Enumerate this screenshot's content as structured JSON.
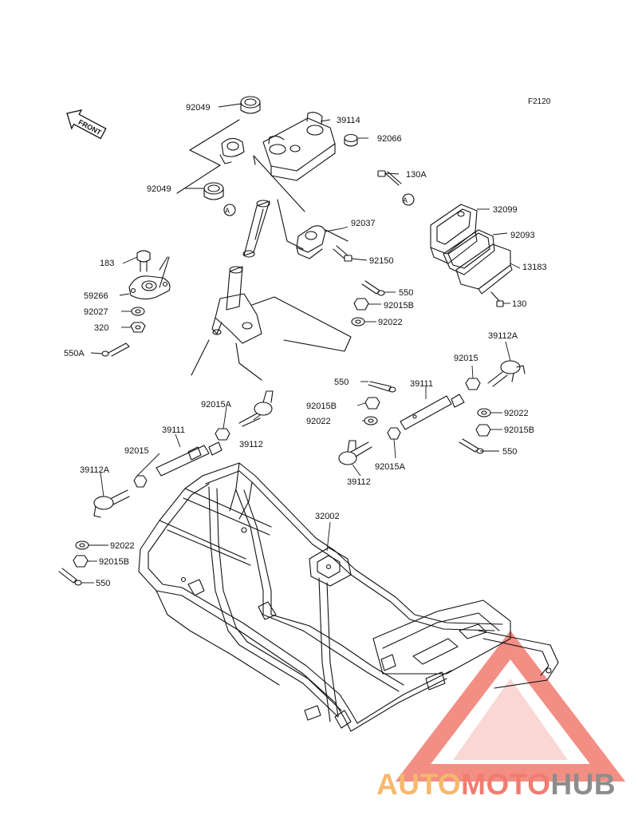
{
  "figure_code": "F2120",
  "front_label": "FRONT",
  "ref_marker": "A",
  "watermark": {
    "part1": "AUTO",
    "part2": "MOTO",
    "part3": "HUB",
    "colors": [
      "#f6b86d",
      "#f27b6f",
      "#8d8d8d"
    ]
  },
  "callouts": [
    {
      "id": "c01",
      "text": "92049"
    },
    {
      "id": "c02",
      "text": "39114"
    },
    {
      "id": "c03",
      "text": "92066"
    },
    {
      "id": "c04",
      "text": "130A"
    },
    {
      "id": "c05",
      "text": "92049"
    },
    {
      "id": "c06",
      "text": "32099"
    },
    {
      "id": "c07",
      "text": "92037"
    },
    {
      "id": "c08",
      "text": "92093"
    },
    {
      "id": "c09",
      "text": "183"
    },
    {
      "id": "c10",
      "text": "92150"
    },
    {
      "id": "c11",
      "text": "13183"
    },
    {
      "id": "c12",
      "text": "59266"
    },
    {
      "id": "c13",
      "text": "550"
    },
    {
      "id": "c14",
      "text": "92027"
    },
    {
      "id": "c15",
      "text": "92015B"
    },
    {
      "id": "c16",
      "text": "130"
    },
    {
      "id": "c17",
      "text": "320"
    },
    {
      "id": "c18",
      "text": "92022"
    },
    {
      "id": "c19",
      "text": "39112A"
    },
    {
      "id": "c20",
      "text": "550A"
    },
    {
      "id": "c21",
      "text": "92015"
    },
    {
      "id": "c22",
      "text": "550"
    },
    {
      "id": "c23",
      "text": "39111"
    },
    {
      "id": "c24",
      "text": "92015B"
    },
    {
      "id": "c25",
      "text": "92015A"
    },
    {
      "id": "c26",
      "text": "92022"
    },
    {
      "id": "c27",
      "text": "92022"
    },
    {
      "id": "c28",
      "text": "92015B"
    },
    {
      "id": "c29",
      "text": "39111"
    },
    {
      "id": "c30",
      "text": "39112"
    },
    {
      "id": "c31",
      "text": "92015"
    },
    {
      "id": "c32",
      "text": "550"
    },
    {
      "id": "c33",
      "text": "92015A"
    },
    {
      "id": "c34",
      "text": "39112A"
    },
    {
      "id": "c35",
      "text": "39112"
    },
    {
      "id": "c36",
      "text": "32002"
    },
    {
      "id": "c37",
      "text": "92022"
    },
    {
      "id": "c38",
      "text": "92015B"
    },
    {
      "id": "c39",
      "text": "550"
    }
  ]
}
